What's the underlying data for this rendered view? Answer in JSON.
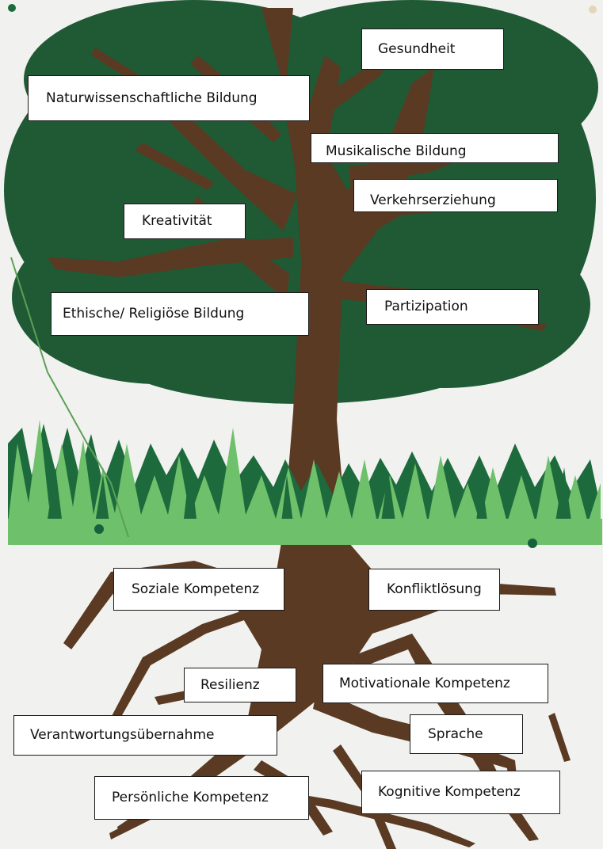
{
  "poster": {
    "canopy_labels": [
      "Gesundheit",
      "Naturwissenschaftliche Bildung",
      "Musikalische Bildung",
      "Verkehrserziehung",
      "Kreativität",
      "Ethische/ Religiöse Bildung",
      "Partizipation"
    ],
    "root_labels": [
      "Soziale Kompetenz",
      "Konfliktlösung",
      "Resilienz",
      "Motivationale Kompetenz",
      "Verantwortungsübernahme",
      "Sprache",
      "Persönliche Kompetenz",
      "Kognitive Kompetenz"
    ]
  },
  "colors": {
    "canopy": "#1f5a35",
    "trunk": "#5a3a22",
    "grass_light": "#6fc06a",
    "grass_dark": "#1d6b3c",
    "wall": "#f1f1f0",
    "card": "#ffffff",
    "card_border": "#1a1a1a"
  }
}
